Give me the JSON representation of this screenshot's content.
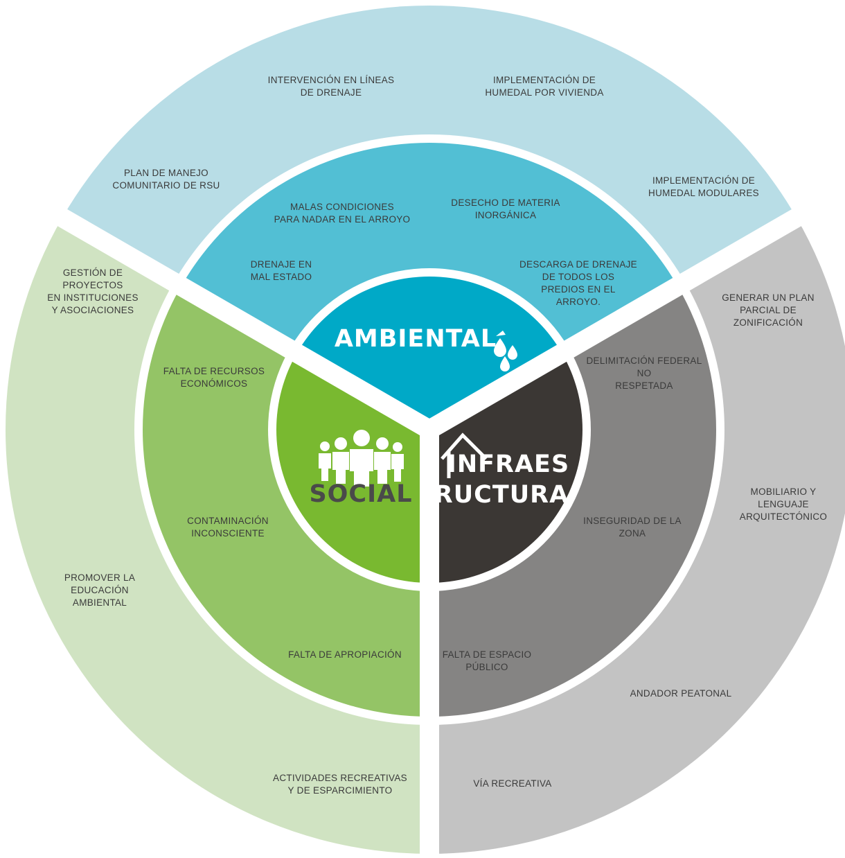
{
  "colors": {
    "ambiental_outer": "#b8dde6",
    "ambiental_middle": "#52bfd4",
    "ambiental_core": "#00a9c7",
    "social_outer": "#d0e3c2",
    "social_middle": "#94c466",
    "social_core": "#79b930",
    "infra_outer": "#c3c3c3",
    "infra_middle": "#858483",
    "infra_core": "#3b3734",
    "gap": "#ffffff",
    "text": "#3a3a3a",
    "social_title": "#4a4a4a"
  },
  "core": {
    "ambiental_title": "AMBIENTAL",
    "social_title": "SOCIAL",
    "infra_title_line1": "INFRAES",
    "infra_title_line2": "RUCTURA",
    "ambiental_icon": "water-drops-icon",
    "social_icon": "people-group-icon",
    "infra_icon": "house-outline-icon"
  },
  "ambiental": {
    "outer": [
      {
        "lines": [
          "INTERVENCIÓN EN LÍNEAS",
          "DE DRENAJE"
        ]
      },
      {
        "lines": [
          "IMPLEMENTACIÓN DE",
          "HUMEDAL POR VIVIENDA"
        ]
      },
      {
        "lines": [
          "PLAN DE MANEJO",
          "COMUNITARIO DE RSU"
        ]
      },
      {
        "lines": [
          "IMPLEMENTACIÓN DE",
          "HUMEDAL MODULARES"
        ]
      }
    ],
    "middle": [
      {
        "lines": [
          "MALAS CONDICIONES",
          "PARA NADAR EN EL ARROYO"
        ]
      },
      {
        "lines": [
          "DESECHO DE MATERIA",
          "INORGÁNICA"
        ]
      },
      {
        "lines": [
          "DRENAJE EN",
          "MAL ESTADO"
        ]
      },
      {
        "lines": [
          "DESCARGA DE DRENAJE",
          "DE TODOS LOS",
          "PREDIOS EN EL",
          "ARROYO."
        ]
      }
    ]
  },
  "social": {
    "outer": [
      {
        "lines": [
          "GESTIÓN DE",
          "PROYECTOS",
          "EN INSTITUCIONES",
          "Y ASOCIACIONES"
        ]
      },
      {
        "lines": [
          "PROMOVER LA",
          "EDUCACIÓN",
          "AMBIENTAL"
        ]
      },
      {
        "lines": [
          "ACTIVIDADES RECREATIVAS",
          "Y DE ESPARCIMIENTO"
        ]
      }
    ],
    "middle": [
      {
        "lines": [
          "FALTA DE RECURSOS",
          "ECONÓMICOS"
        ]
      },
      {
        "lines": [
          "CONTAMINACIÓN",
          "INCONSCIENTE"
        ]
      },
      {
        "lines": [
          "FALTA DE APROPIACIÓN"
        ]
      }
    ]
  },
  "infra": {
    "outer": [
      {
        "lines": [
          "GENERAR UN PLAN",
          "PARCIAL DE",
          "ZONIFICACIÓN"
        ]
      },
      {
        "lines": [
          "MOBILIARIO Y",
          "LENGUAJE",
          "ARQUITECTÓNICO"
        ]
      },
      {
        "lines": [
          "ANDADOR PEATONAL"
        ]
      },
      {
        "lines": [
          "VÍA RECREATIVA"
        ]
      }
    ],
    "middle": [
      {
        "lines": [
          "DELIMITACIÓN FEDERAL",
          "NO",
          "RESPETADA"
        ]
      },
      {
        "lines": [
          "INSEGURIDAD DE LA",
          "ZONA"
        ]
      },
      {
        "lines": [
          "FALTA DE ESPACIO",
          "PÚBLICO"
        ]
      }
    ]
  }
}
